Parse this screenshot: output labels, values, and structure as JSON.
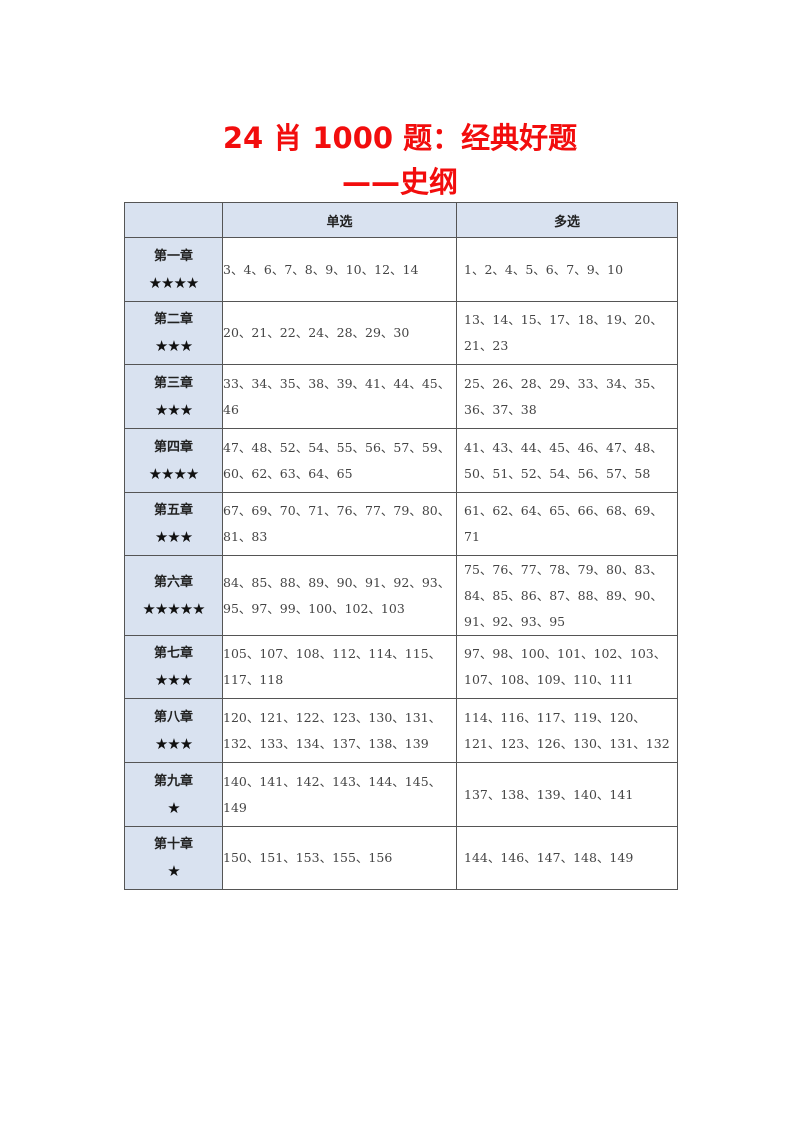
{
  "title": {
    "line1": "24 肖 1000 题：经典好题",
    "line2": "——史纲",
    "color": "#f20d0d"
  },
  "table": {
    "headers": [
      "",
      "单选",
      "多选"
    ],
    "header_bg": "#d9e2f0",
    "rows": [
      {
        "chapter": "第一章",
        "stars": "★★★★",
        "single": "3、4、6、7、8、9、10、12、14",
        "multi": "1、2、4、5、6、7、9、10",
        "h": 64
      },
      {
        "chapter": "第二章",
        "stars": "★★★",
        "single": "20、21、22、24、28、29、30",
        "multi": "13、14、15、17、18、19、20、21、23",
        "h": 63
      },
      {
        "chapter": "第三章",
        "stars": "★★★",
        "single": "33、34、35、38、39、41、44、45、46",
        "multi": "25、26、28、29、33、34、35、36、37、38",
        "h": 64
      },
      {
        "chapter": "第四章",
        "stars": "★★★★",
        "single": "47、48、52、54、55、56、57、59、60、62、63、64、65",
        "multi": "41、43、44、45、46、47、48、50、51、52、54、56、57、58",
        "h": 64
      },
      {
        "chapter": "第五章",
        "stars": "★★★",
        "single": "67、69、70、71、76、77、79、80、81、83",
        "multi": "61、62、64、65、66、68、69、71",
        "h": 63
      },
      {
        "chapter": "第六章",
        "stars": "★★★★★",
        "single": "84、85、88、89、90、91、92、93、95、97、99、100、102、103",
        "multi": "75、76、77、78、79、80、83、84、85、86、87、88、89、90、91、92、93、95",
        "h": 80
      },
      {
        "chapter": "第七章",
        "stars": "★★★",
        "single": "105、107、108、112、114、115、117、118",
        "multi": "97、98、100、101、102、103、107、108、109、110、111",
        "h": 63
      },
      {
        "chapter": "第八章",
        "stars": "★★★",
        "single": "120、121、122、123、130、131、132、133、134、137、138、139",
        "multi": "114、116、117、119、120、121、123、126、130、131、132",
        "h": 64
      },
      {
        "chapter": "第九章",
        "stars": "★",
        "single": "140、141、142、143、144、145、149",
        "multi": "137、138、139、140、141",
        "h": 64
      },
      {
        "chapter": "第十章",
        "stars": "★",
        "single": "150、151、153、155、156",
        "multi": "144、146、147、148、149",
        "h": 63
      }
    ]
  }
}
